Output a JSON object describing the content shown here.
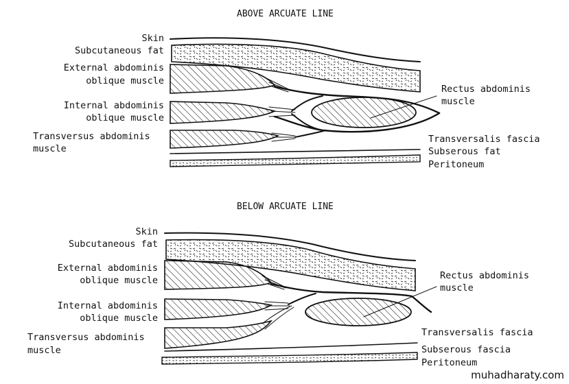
{
  "panels": [
    {
      "title": "ABOVE ARCUATE LINE",
      "labels": {
        "skin": "Skin",
        "subcutaneous_fat": "Subcutaneous fat",
        "external_oblique_1": "External abdominis",
        "external_oblique_2": "oblique muscle",
        "internal_oblique_1": "Internal abdominis",
        "internal_oblique_2": "oblique muscle",
        "transversus_1": "Transversus abdominis",
        "transversus_2": "muscle",
        "rectus_1": "Rectus abdominis",
        "rectus_2": "muscle",
        "transversalis_fascia": "Transversalis fascia",
        "subserous": "Subserous fat",
        "peritoneum": "Peritoneum"
      }
    },
    {
      "title": "BELOW ARCUATE LINE",
      "labels": {
        "skin": "Skin",
        "subcutaneous_fat": "Subcutaneous fat",
        "external_oblique_1": "External abdominis",
        "external_oblique_2": "oblique muscle",
        "internal_oblique_1": "Internal abdominis",
        "internal_oblique_2": "oblique muscle",
        "transversus_1": "Transversus abdominis",
        "transversus_2": "muscle",
        "rectus_1": "Rectus abdominis",
        "rectus_2": "muscle",
        "transversalis_fascia": "Transversalis fascia",
        "subserous": "Subserous fascia",
        "peritoneum": "Peritoneum"
      }
    }
  ],
  "watermark": "muhadharaty.com"
}
